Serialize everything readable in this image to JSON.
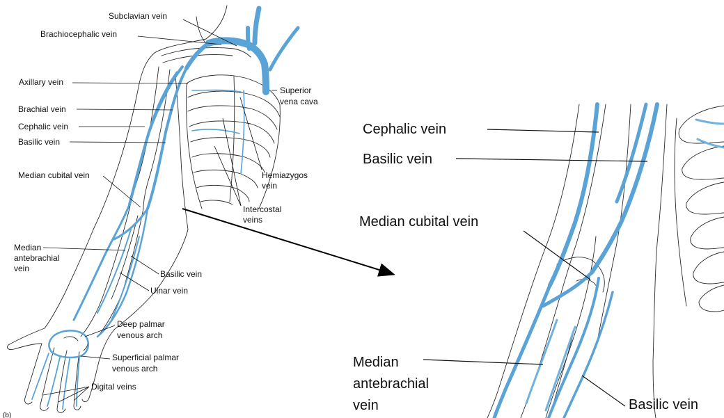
{
  "figure": {
    "panel_marker": "(b)",
    "colors": {
      "vein": "#5aa3d6",
      "vein_light": "#a9d2ee",
      "outline": "#2a2a2a",
      "background": "#ffffff"
    }
  },
  "left_labels": {
    "subclavian": "Subclavian vein",
    "brachiocephalic": "Brachiocephalic vein",
    "axillary": "Axillary vein",
    "brachial": "Brachial vein",
    "cephalic": "Cephalic vein",
    "basilic": "Basilic vein",
    "median_cubital": "Median cubital vein",
    "median_antebrachial_1": "Median",
    "median_antebrachial_2": "antebrachial",
    "median_antebrachial_3": "vein",
    "superior_vena_cava_1": "Superior",
    "superior_vena_cava_2": "vena cava",
    "hemiazygos_1": "Hemiazygos",
    "hemiazygos_2": "vein",
    "intercostal_1": "Intercostal",
    "intercostal_2": "veins",
    "basilic_forearm": "Basilic vein",
    "ulnar": "Ulnar vein",
    "deep_palmar_1": "Deep palmar",
    "deep_palmar_2": "venous arch",
    "superficial_palmar_1": "Superficial palmar",
    "superficial_palmar_2": "venous arch",
    "digital": "Digital veins"
  },
  "zoom_labels": {
    "cephalic": "Cephalic vein",
    "basilic": "Basilic vein",
    "median_cubital": "Median cubital vein",
    "median_antebrachial_1": "Median",
    "median_antebrachial_2": "antebrachial",
    "median_antebrachial_3": "vein",
    "basilic_forearm": "Basilic vein"
  }
}
